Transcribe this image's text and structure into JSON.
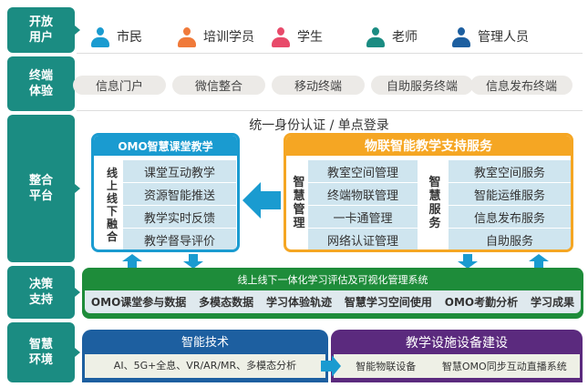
{
  "sections": {
    "users": "开放用户",
    "terminals": "终端体验",
    "platform": "整合平台",
    "decision": "决策支持",
    "environment": "智慧环境"
  },
  "users": [
    {
      "label": "市民",
      "icon": "citizen-icon",
      "color": "#1a9bd0"
    },
    {
      "label": "培训学员",
      "icon": "trainee-icon",
      "color": "#f07a3a"
    },
    {
      "label": "学生",
      "icon": "student-icon",
      "color": "#e84a6a"
    },
    {
      "label": "老师",
      "icon": "teacher-icon",
      "color": "#1b8c82"
    },
    {
      "label": "管理人员",
      "icon": "manager-icon",
      "color": "#1d5fa0"
    }
  ],
  "terminals": [
    "信息门户",
    "微信整合",
    "移动终端",
    "自助服务终端",
    "信息发布终端"
  ],
  "platform": {
    "sso": "统一身份认证 / 单点登录",
    "omo": {
      "title": "OMO智慧课堂教学",
      "side": "线上线下融合",
      "items": [
        "课堂互动教学",
        "资源智能推送",
        "教学实时反馈",
        "教学督导评价"
      ]
    },
    "iot": {
      "title": "物联智能教学支持服务",
      "mgmt_label": "智慧管理",
      "mgmt": [
        "教室空间管理",
        "终端物联管理",
        "一卡通管理",
        "网络认证管理"
      ],
      "svc_label": "智慧服务",
      "svc": [
        "教室空间服务",
        "智能运维服务",
        "信息发布服务",
        "自助服务"
      ]
    }
  },
  "decision": {
    "title": "线上线下一体化学习评估及可视化管理系统",
    "items": [
      "OMO课堂参与数据",
      "多模态数据",
      "学习体验轨迹",
      "智慧学习空间使用",
      "OMO考勤分析",
      "学习成果"
    ]
  },
  "environment": {
    "tech": {
      "title": "智能技术",
      "body": "AI、5G+全息、VR/AR/MR、多模态分析"
    },
    "infra": {
      "title": "教学设施设备建设",
      "items": [
        "智能物联设备",
        "智慧OMO同步互动直播系统"
      ]
    }
  }
}
